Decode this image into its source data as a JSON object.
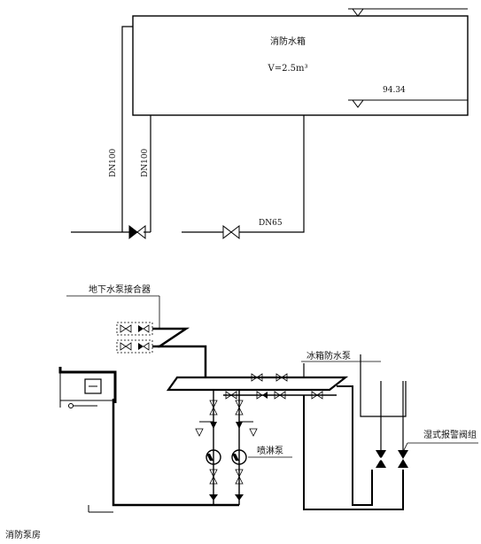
{
  "upper_diagram": {
    "tank_name": "消防水箱",
    "tank_volume": "V=2.5m³",
    "water_level": "94.34",
    "pipe_labels": [
      "DN100",
      "DN100",
      "DN65"
    ]
  },
  "lower_diagram": {
    "adapter_label": "地下水泵接合器",
    "tank_label": "冰箱防水泵",
    "pump_label": "喷淋泵",
    "alarm_valve_label": "湿式报警阀组"
  },
  "caption": "消防泵房"
}
